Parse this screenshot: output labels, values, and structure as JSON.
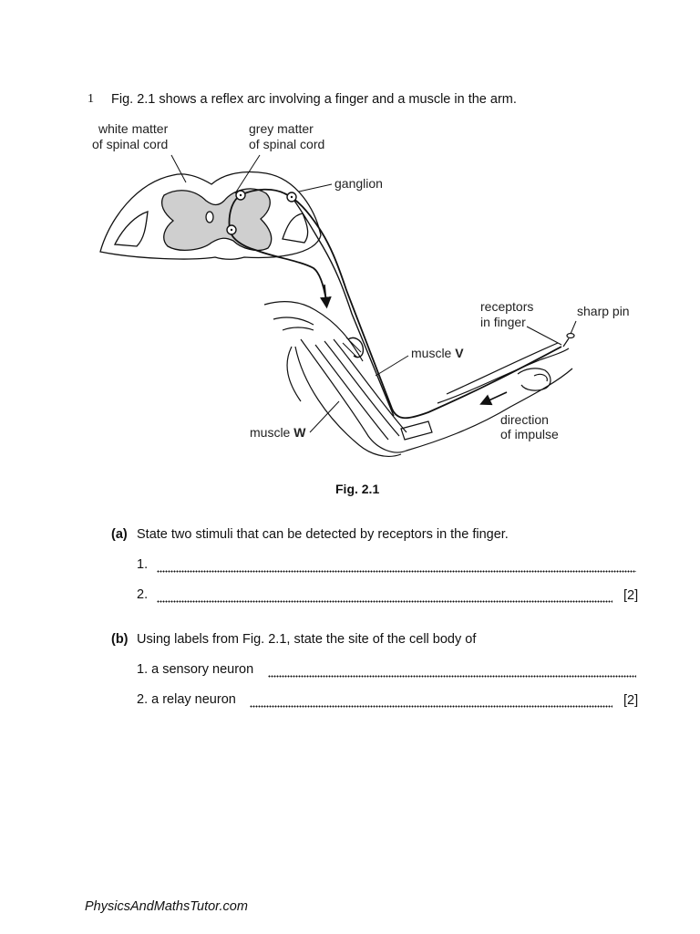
{
  "question": {
    "number": "1",
    "intro": "Fig. 2.1 shows a reflex arc involving a finger and a muscle in the arm."
  },
  "figure": {
    "labels": {
      "white_matter_1": "white matter",
      "white_matter_2": "of spinal cord",
      "grey_matter_1": "grey matter",
      "grey_matter_2": "of spinal cord",
      "ganglion": "ganglion",
      "receptors_1": "receptors",
      "receptors_2": "in finger",
      "sharp_pin": "sharp pin",
      "muscle_v_text": "muscle ",
      "muscle_v_letter": "V",
      "muscle_w_text": "muscle ",
      "muscle_w_letter": "W",
      "direction_1": "direction",
      "direction_2": "of impulse"
    },
    "caption": "Fig. 2.1"
  },
  "part_a": {
    "letter": "(a)",
    "text": "State two stimuli that can be detected by receptors in the finger.",
    "answer_1_num": "1.",
    "answer_2_num": "2.",
    "marks": "[2]"
  },
  "part_b": {
    "letter": "(b)",
    "text": "Using labels from Fig. 2.1, state the site of the cell body of",
    "item_1": "1. a sensory neuron",
    "item_2": "2. a relay neuron",
    "marks": "[2]"
  },
  "footer": "PhysicsAndMathsTutor.com"
}
